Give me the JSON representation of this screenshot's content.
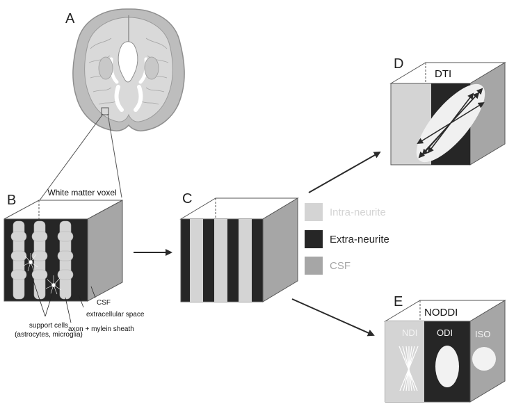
{
  "panels": {
    "a": "A",
    "b": "B",
    "c": "C",
    "d": "D",
    "e": "E"
  },
  "panel_b": {
    "voxel_title": "White matter voxel",
    "csf": "CSF",
    "extracellular": "extracellular space",
    "support_cells_line1": "support cells",
    "support_cells_line2": "(astrocytes, microglia)",
    "axon": "axon + mylein sheath"
  },
  "legend": {
    "intra": "Intra-neurite",
    "extra": "Extra-neurite",
    "csf": "CSF",
    "colors": {
      "intra": "#d4d4d4",
      "extra": "#262626",
      "csf": "#a6a6a6"
    }
  },
  "panel_d": {
    "title": "DTI"
  },
  "panel_e": {
    "title": "NODDI",
    "ndi": "NDI",
    "odi": "ODI",
    "iso": "ISO"
  }
}
